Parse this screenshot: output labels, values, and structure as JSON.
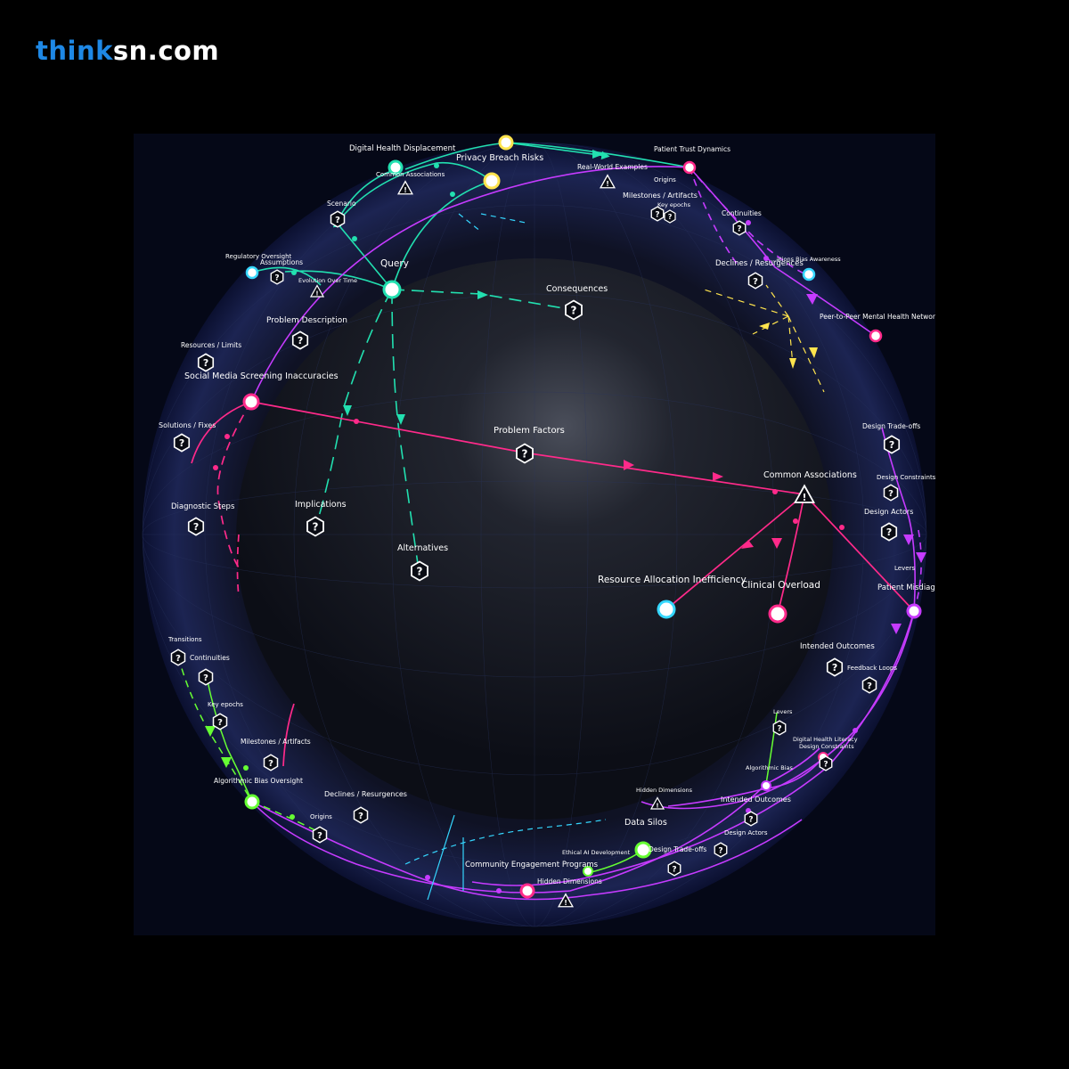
{
  "brand": {
    "part1": "think",
    "part2": "sn.com",
    "color1": "#1e88e5",
    "color2": "#ffffff"
  },
  "colors": {
    "teal": "#22e0b0",
    "magenta": "#ff2a8a",
    "purple": "#c63bff",
    "green": "#66ff33",
    "cyan": "#35d7ff",
    "yellow": "#ffe44d",
    "background": "#050817"
  },
  "labels": {
    "query": "Query",
    "consequences": "Consequences",
    "problem_factors": "Problem Factors",
    "implications": "Implications",
    "alternatives": "Alternatives",
    "common_associations": "Common Associations",
    "resource_allocation": "Resource Allocation Inefficiency",
    "clinical_overload": "Clinical Overload",
    "patient_misdiagn": "Patient Misdiagn",
    "social_media": "Social Media Screening Inaccuracies",
    "problem_description": "Problem Description",
    "resources_limits": "Resources / Limits",
    "solutions_fixes": "Solutions / Fixes",
    "diagnostic_steps": "Diagnostic Steps",
    "digital_health": "Digital Health Displacement",
    "privacy_breach": "Privacy Breach Risks",
    "common_assoc_top": "Common Associations",
    "scenario": "Scenario",
    "regulatory_oversight": "Regulatory Oversight",
    "assumptions": "Assumptions",
    "evolution_over_time": "Evolution Over Time",
    "patient_trust": "Patient Trust Dynamics",
    "real_world": "Real-World Examples",
    "origins_top": "Origins",
    "milestones_top": "Milestones / Artifacts",
    "key_epochs_top": "Key epochs",
    "continuities_top": "Continuities",
    "declines_top": "Declines / Resurgences",
    "bias_awareness": "...ations Bias Awareness",
    "peer_networks": "Peer-to-Peer Mental Health Networks",
    "design_tradeoffs_r": "Design Trade-offs",
    "design_constraints_r": "Design Constraints",
    "design_actors_r": "Design Actors",
    "levers_r": "Levers",
    "intended_outcomes_r": "Intended Outcomes",
    "feedback_loops": "Feedback Loops",
    "transitions": "Transitions",
    "continuities_l": "Continuities",
    "key_epochs_l": "Key epochs",
    "milestones_l": "Milestones / Artifacts",
    "algorithmic_oversight": "Algorithmic Bias Oversight",
    "declines_bottom": "Declines / Resurgences",
    "origins_bottom": "Origins",
    "levers_b": "Levers",
    "digital_literacy": "Digital Health Literacy",
    "design_constraints_b": "Design Constraints",
    "algorithmic_bias": "Algorithmic Bias",
    "hidden_dimensions_r": "Hidden Dimensions",
    "intended_outcomes_b": "Intended Outcomes",
    "data_silos": "Data Silos",
    "design_actors_b": "Design Actors",
    "design_tradeoffs_b": "Design Trade-offs",
    "ethical_ai": "Ethical AI Development",
    "community_programs": "Community Engagement Programs",
    "hidden_dimensions_b": "Hidden Dimensions"
  }
}
